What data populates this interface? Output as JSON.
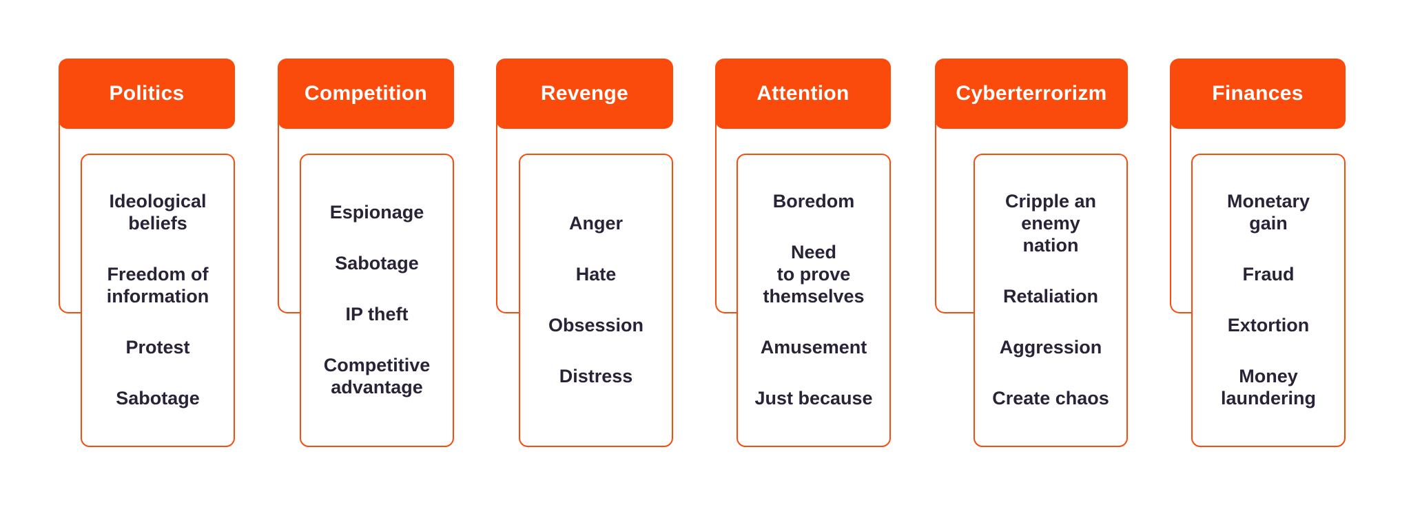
{
  "diagram": {
    "background_color": "#ffffff",
    "accent_color": "#FA4B0C",
    "header_text_color": "#ffffff",
    "item_text_color": "#2A2337"
  },
  "columns": [
    {
      "title": "Politics",
      "items": [
        "Ideological\nbeliefs",
        "Freedom of\ninformation",
        "Protest",
        "Sabotage"
      ]
    },
    {
      "title": "Competition",
      "items": [
        "Espionage",
        "Sabotage",
        "IP theft",
        "Competitive\nadvantage"
      ]
    },
    {
      "title": "Revenge",
      "items": [
        "Anger",
        "Hate",
        "Obsession",
        "Distress"
      ]
    },
    {
      "title": "Attention",
      "items": [
        "Boredom",
        "Need\nto prove\nthemselves",
        "Amusement",
        "Just because"
      ]
    },
    {
      "title": "Cyberterrorizm",
      "items": [
        "Cripple an\nenemy\nnation",
        "Retaliation",
        "Aggression",
        "Create chaos"
      ]
    },
    {
      "title": "Finances",
      "items": [
        "Monetary\ngain",
        "Fraud",
        "Extortion",
        "Money\nlaundering"
      ]
    }
  ]
}
